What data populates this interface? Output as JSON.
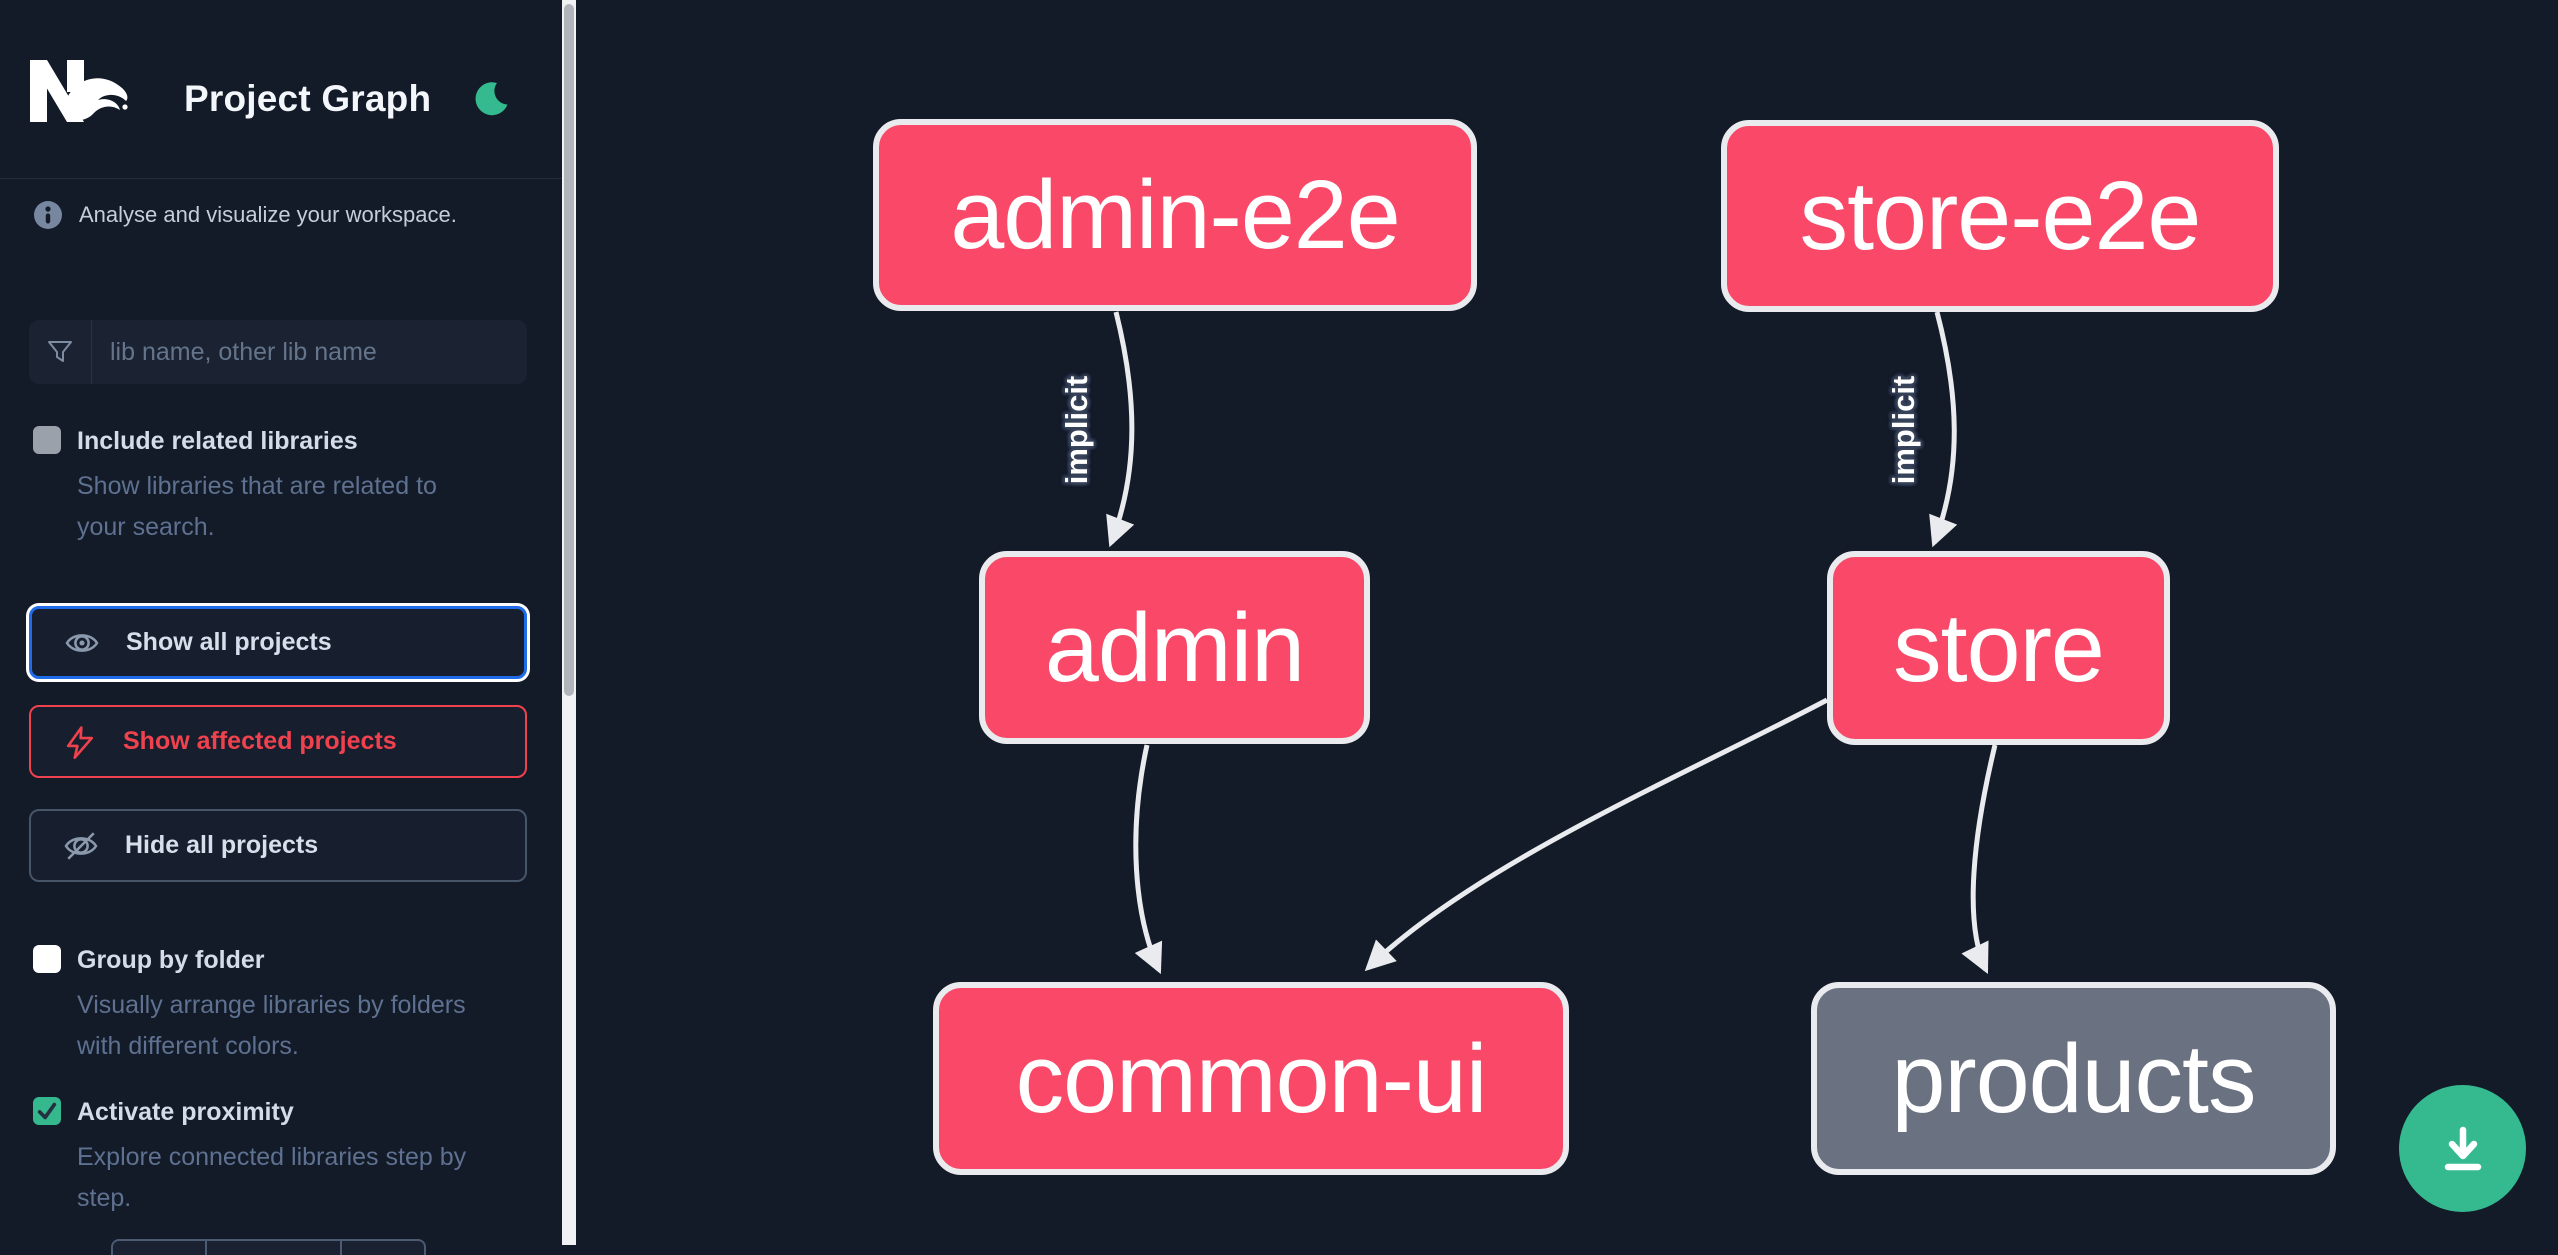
{
  "app": {
    "title": "Project Graph"
  },
  "sidebar": {
    "tagline": "Analyse and visualize your workspace.",
    "search": {
      "placeholder": "lib name, other lib name",
      "value": ""
    },
    "options": [
      {
        "label": "Include related libraries",
        "description": "Show libraries that are related to your search.",
        "checked": false
      },
      {
        "label": "Group by folder",
        "description": "Visually arrange libraries by folders with different colors.",
        "checked": false
      },
      {
        "label": "Activate proximity",
        "description": "Explore connected libraries step by step.",
        "checked": true
      }
    ],
    "buttons": [
      {
        "label": "Show all projects",
        "state": "focused"
      },
      {
        "label": "Show affected projects",
        "state": "affected"
      },
      {
        "label": "Hide all projects",
        "state": "default"
      }
    ]
  },
  "graph": {
    "nodes": [
      {
        "id": "admin-e2e",
        "label": "admin-e2e",
        "kind": "affected"
      },
      {
        "id": "store-e2e",
        "label": "store-e2e",
        "kind": "affected"
      },
      {
        "id": "admin",
        "label": "admin",
        "kind": "affected"
      },
      {
        "id": "store",
        "label": "store",
        "kind": "affected"
      },
      {
        "id": "common-ui",
        "label": "common-ui",
        "kind": "affected"
      },
      {
        "id": "products",
        "label": "products",
        "kind": "unaffected"
      }
    ],
    "edges": [
      {
        "from": "admin-e2e",
        "to": "admin",
        "label": "implicit"
      },
      {
        "from": "store-e2e",
        "to": "store",
        "label": "implicit"
      },
      {
        "from": "admin",
        "to": "common-ui",
        "label": ""
      },
      {
        "from": "store",
        "to": "common-ui",
        "label": ""
      },
      {
        "from": "store",
        "to": "products",
        "label": ""
      }
    ]
  },
  "colors": {
    "affected_node": "#fa4968",
    "unaffected_node": "#6a7180",
    "edge": "#e9ebee",
    "accent_green": "#35ba90",
    "focus_blue": "#1f6be8",
    "affected_red": "#f0424e",
    "background": "#131a28"
  }
}
